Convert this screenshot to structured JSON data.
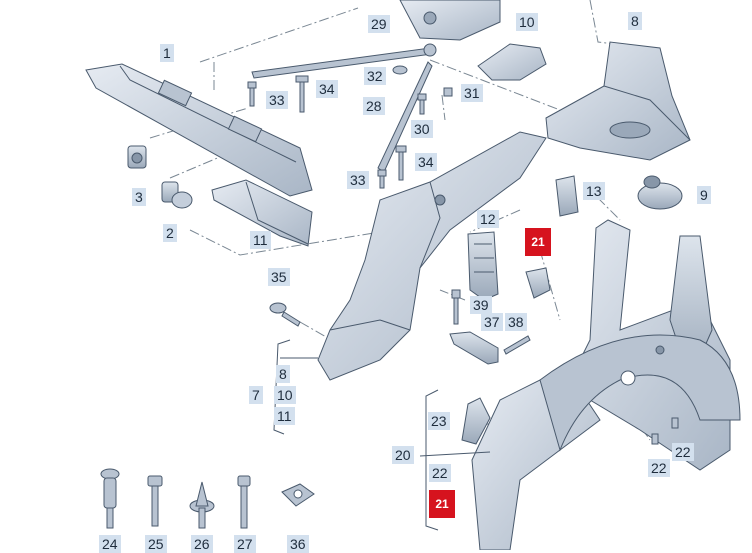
{
  "callouts": {
    "c1": "1",
    "c2": "2",
    "c3": "3",
    "c8": "8",
    "c9": "9",
    "c10": "10",
    "c11": "11",
    "c12": "12",
    "c13": "13",
    "c20": "20",
    "c21a": "21",
    "c21b": "21",
    "c22a": "22",
    "c22b": "22",
    "c22c": "22",
    "c23": "23",
    "c24": "24",
    "c25": "25",
    "c26": "26",
    "c27": "27",
    "c28": "28",
    "c29": "29",
    "c30": "30",
    "c31": "31",
    "c32": "32",
    "c33a": "33",
    "c33b": "33",
    "c34a": "34",
    "c34b": "34",
    "c35": "35",
    "c36": "36",
    "c37": "37",
    "c38": "38",
    "c39": "39"
  },
  "group7": {
    "main": "7",
    "items": [
      "8",
      "10",
      "11"
    ]
  },
  "colors": {
    "callout_bg": "#d3e0ee",
    "highlight": "#d6131e",
    "part_fill": "#c9d3df",
    "part_stroke": "#4a5a6d",
    "leader": "#7a8793"
  }
}
